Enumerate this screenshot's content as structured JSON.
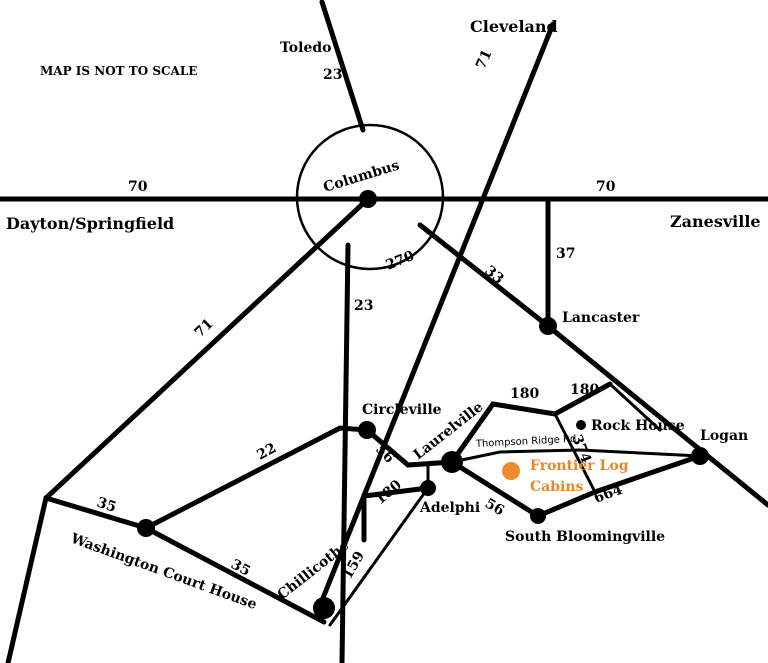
{
  "note": "MAP IS NOT TO SCALE",
  "cities": {
    "toledo": "Toledo",
    "cleveland": "Cleveland",
    "columbus": "Columbus",
    "dayton": "Dayton/Springfield",
    "zanesville": "Zanesville",
    "lancaster": "Lancaster",
    "circleville": "Circleville",
    "laurelville": "Laurelville",
    "rock_house": "Rock House",
    "logan": "Logan",
    "adelphi": "Adelphi",
    "south_bloomingville": "South Bloomingville",
    "washington": "Washington Court House",
    "chillicothe": "Chillicothe"
  },
  "routes": {
    "r23_north": "23",
    "r71_ne": "71",
    "r70_west": "70",
    "r70_east": "70",
    "r270": "270",
    "r33": "33",
    "r37": "37",
    "r71_sw": "71",
    "r23_south": "23",
    "r180_a": "180",
    "r180_b": "180",
    "r180_c": "180",
    "r374": "374",
    "r56_a": "56",
    "r56_b": "56",
    "r22": "22",
    "r35_a": "35",
    "r35_b": "35",
    "r159": "159",
    "r664": "664"
  },
  "road_label": "Thompson Ridge Rd",
  "destination": {
    "line1": "Frontier Log",
    "line2": "Cabins",
    "color": "#f08a2c"
  }
}
